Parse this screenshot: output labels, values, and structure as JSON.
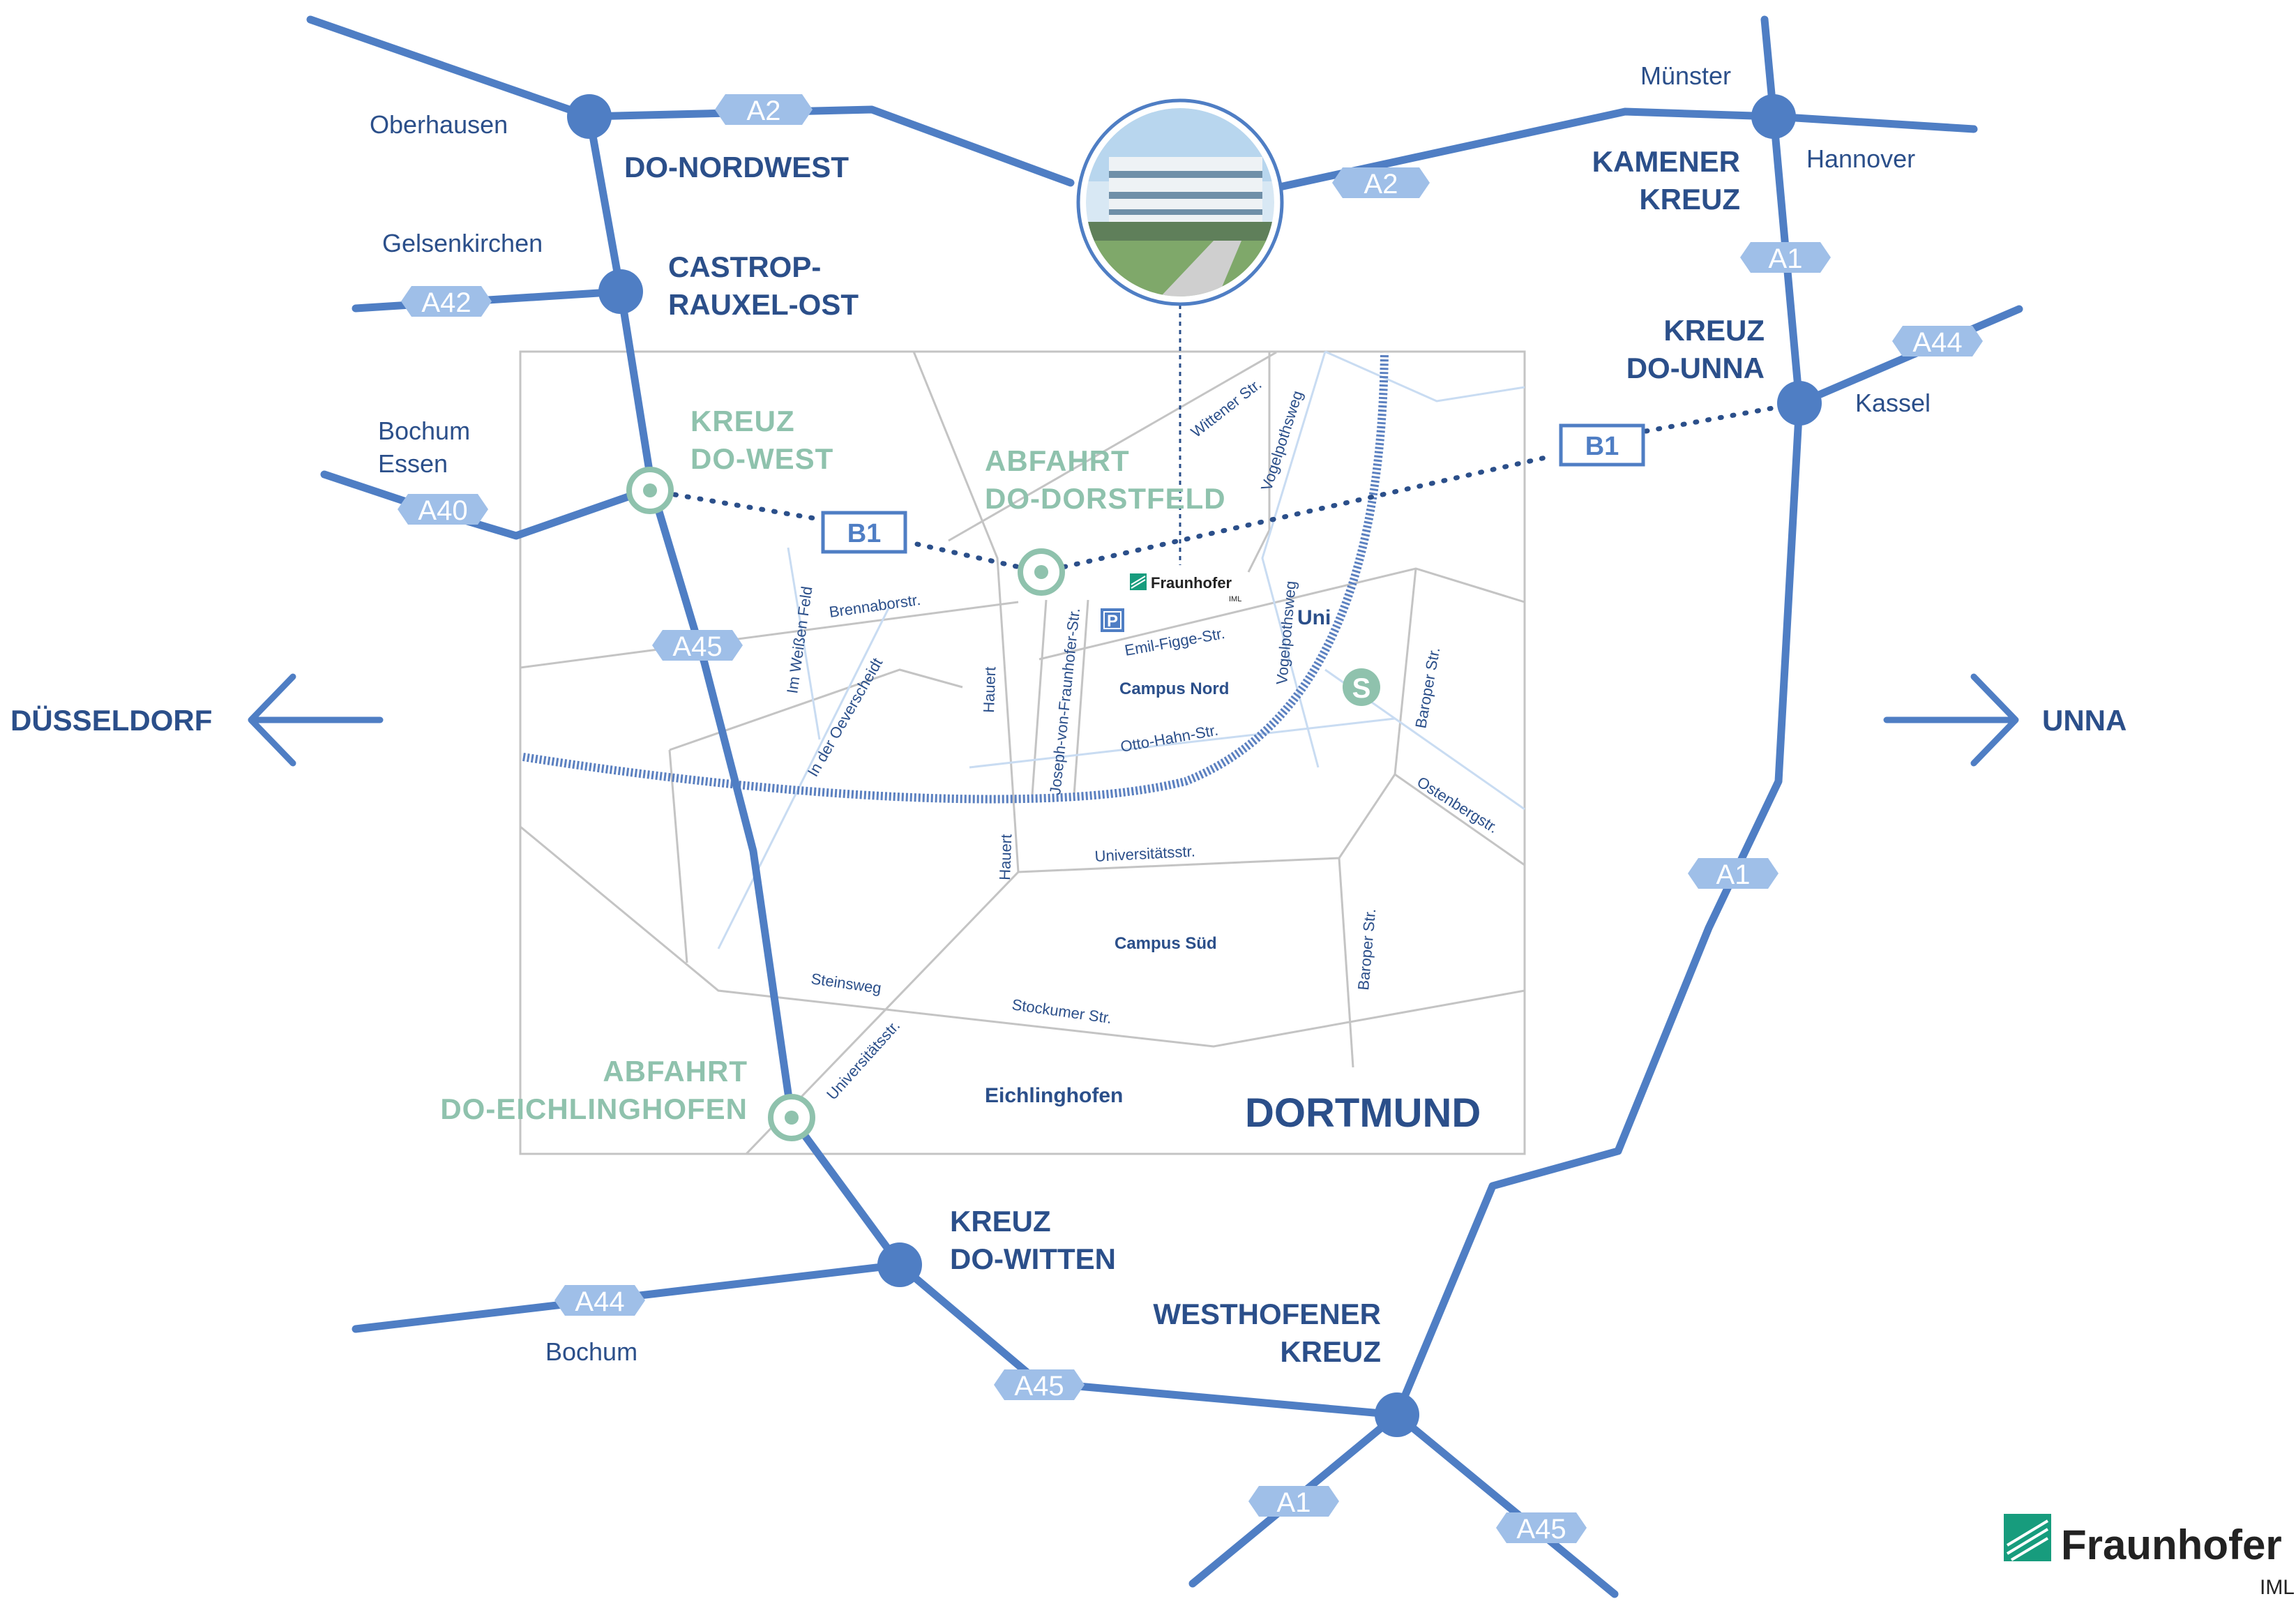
{
  "colors": {
    "road": "#4f7ec4",
    "node": "#4f7ec4",
    "label_dark": "#2b4f8a",
    "label_green": "#8fc2ad",
    "shield_fill": "#9fbfe8",
    "street": "#c4c4c4",
    "logo_green": "#179c7d"
  },
  "directions": {
    "west": "DÜSSELDORF",
    "east": "UNNA"
  },
  "city": "DORTMUND",
  "shields": {
    "a2_west": "A2",
    "a2_east": "A2",
    "a42": "A42",
    "a40": "A40",
    "a45_north": "A45",
    "a44_west": "A44",
    "a45_south": "A45",
    "a1_north": "A1",
    "a44_east": "A44",
    "a1_mid": "A1",
    "a1_south": "A1",
    "a45_east": "A45"
  },
  "b1_labels": {
    "west": "B1",
    "east": "B1"
  },
  "places": {
    "oberhausen": "Oberhausen",
    "gelsenkirchen": "Gelsenkirchen",
    "bochum_essen_1": "Bochum",
    "bochum_essen_2": "Essen",
    "muenster": "Münster",
    "hannover": "Hannover",
    "kassel": "Kassel",
    "bochum_south": "Bochum"
  },
  "junctions": {
    "do_nordwest": "DO-NORDWEST",
    "castrop_1": "CASTROP-",
    "castrop_2": "RAUXEL-OST",
    "kamener_1": "KAMENER",
    "kamener_2": "KREUZ",
    "unna_1": "KREUZ",
    "unna_2": "DO-UNNA",
    "witten_1": "KREUZ",
    "witten_2": "DO-WITTEN",
    "westhofener_1": "WESTHOFENER",
    "westhofener_2": "KREUZ"
  },
  "exits": {
    "do_west_1": "KREUZ",
    "do_west_2": "DO-WEST",
    "dorstfeld_1": "ABFAHRT",
    "dorstfeld_2": "DO-DORSTFELD",
    "eichlinghofen_1": "ABFAHRT",
    "eichlinghofen_2": "DO-EICHLINGHOFEN"
  },
  "streets": {
    "wittener": "Wittener Str.",
    "vogelpothsweg_1": "Vogelpothsweg",
    "vogelpothsweg_2": "Vogelpothsweg",
    "brennabor": "Brennaborstr.",
    "im_weissen_feld": "Im Weißen Feld",
    "in_der_oeverscheidt": "In der Oeverscheidt",
    "hauert_1": "Hauert",
    "hauert_2": "Hauert",
    "joseph": "Joseph-von-Fraunhofer-Str.",
    "emil_figge": "Emil-Figge-Str.",
    "otto_hahn": "Otto-Hahn-Str.",
    "baroper_1": "Baroper Str.",
    "baroper_2": "Baroper Str.",
    "ostenberg": "Ostenbergstr.",
    "universitaet_1": "Universitätsstr.",
    "universitaet_2": "Universitätsstr.",
    "steinsweg": "Steinsweg",
    "stockumer": "Stockumer Str."
  },
  "areas": {
    "uni": "Uni",
    "campus_nord": "Campus Nord",
    "campus_sued": "Campus Süd",
    "eichlinghofen": "Eichlinghofen"
  },
  "icons": {
    "parking": "P",
    "sbahn": "S"
  },
  "small_logo": {
    "name": "Fraunhofer",
    "sub": "IML"
  },
  "logo": {
    "name": "Fraunhofer",
    "sub": "IML"
  }
}
